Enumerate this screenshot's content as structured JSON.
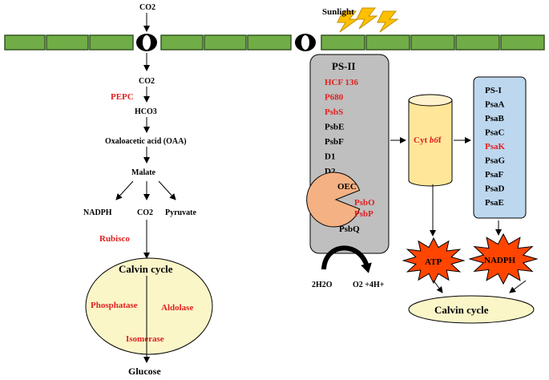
{
  "top": {
    "co2": "CO2",
    "sunlight": "Sunlight"
  },
  "left_pathway": {
    "co2": "CO2",
    "pepc": "PEPC",
    "hco3": "HCO3",
    "oaa": "Oxaloacetic acid (OAA)",
    "malate": "Malate",
    "nadph": "NADPH",
    "co2_b": "CO2",
    "pyruvate": "Pyruvate",
    "rubisco": "Rubisco",
    "calvin_title": "Calvin cycle",
    "phosphatase": "Phosphatase",
    "aldolase": "Aldolase",
    "isomerase": "Isomerase",
    "glucose": "Glucose"
  },
  "ps2": {
    "title": "PS-II",
    "items": [
      {
        "label": "HCF 136",
        "color": "#e02020"
      },
      {
        "label": "P680",
        "color": "#e02020"
      },
      {
        "label": "PsbS",
        "color": "#e02020"
      },
      {
        "label": "PsbE",
        "color": "#000000"
      },
      {
        "label": "PsbF",
        "color": "#000000"
      },
      {
        "label": "D1",
        "color": "#000000"
      },
      {
        "label": "D2",
        "color": "#000000"
      }
    ],
    "oec": {
      "title": "OEC",
      "items": [
        {
          "label": "PsbO",
          "color": "#e02020"
        },
        {
          "label": "PsbP",
          "color": "#e02020"
        },
        {
          "label": "PsbQ",
          "color": "#000000"
        }
      ]
    },
    "water": "2H2O",
    "products": "O2 +4H+"
  },
  "cyt": {
    "label_prefix": "Cyt ",
    "label_italic": "b6",
    "label_suffix": "f"
  },
  "ps1": {
    "items": [
      {
        "label": "PS-I",
        "color": "#000000"
      },
      {
        "label": "PsaA",
        "color": "#000000"
      },
      {
        "label": "PsaB",
        "color": "#000000"
      },
      {
        "label": "PsaC",
        "color": "#000000"
      },
      {
        "label": "PsaK",
        "color": "#e02020"
      },
      {
        "label": "PsaG",
        "color": "#000000"
      },
      {
        "label": "PsaF",
        "color": "#000000"
      },
      {
        "label": "PsaD",
        "color": "#000000"
      },
      {
        "label": "PsaE",
        "color": "#000000"
      }
    ]
  },
  "right_products": {
    "atp": "ATP",
    "nadph": "NADPH",
    "calvin": "Calvin cycle"
  },
  "colors": {
    "membrane_fill": "#70ad47",
    "membrane_stroke": "#375623",
    "ps2_fill": "#bfbfbf",
    "oec_fill": "#f4b183",
    "cyt_fill": "#ffe699",
    "ps1_fill": "#bdd7ee",
    "burst_fill": "#ff4500",
    "calvin_fill": "#fbf6c8",
    "bolt_fill": "#ffc000",
    "text_red": "#e02020"
  }
}
